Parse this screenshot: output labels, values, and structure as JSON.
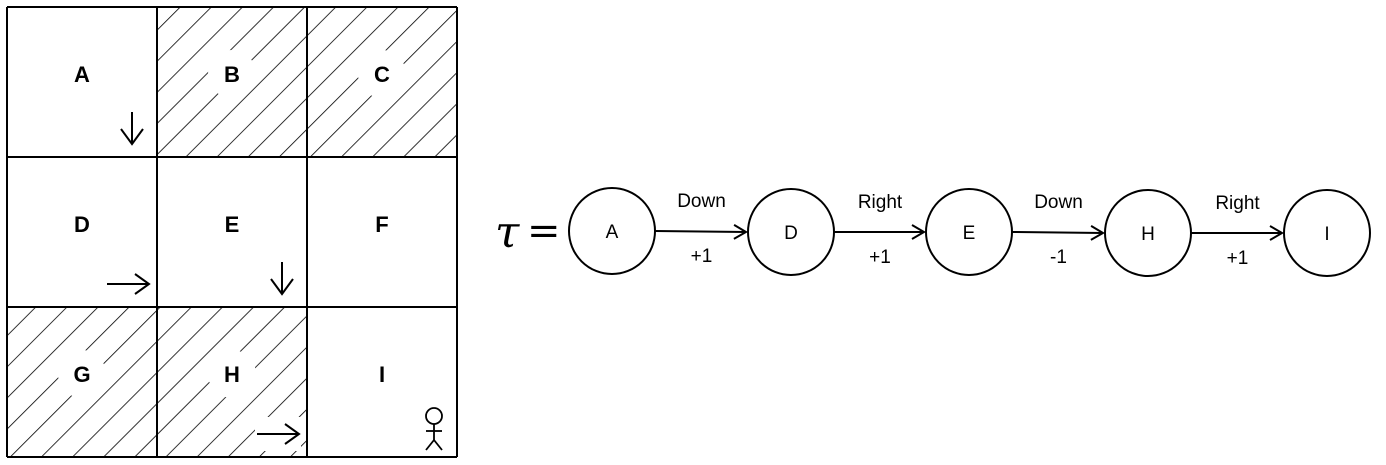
{
  "grid": {
    "rows": 3,
    "cols": 3,
    "cells": [
      {
        "label": "A",
        "hatched": false,
        "arrow": "down"
      },
      {
        "label": "B",
        "hatched": true,
        "arrow": null
      },
      {
        "label": "C",
        "hatched": true,
        "arrow": null
      },
      {
        "label": "D",
        "hatched": false,
        "arrow": "right"
      },
      {
        "label": "E",
        "hatched": false,
        "arrow": "down"
      },
      {
        "label": "F",
        "hatched": false,
        "arrow": null
      },
      {
        "label": "G",
        "hatched": true,
        "arrow": null
      },
      {
        "label": "H",
        "hatched": true,
        "arrow": "right"
      },
      {
        "label": "I",
        "hatched": false,
        "arrow": null,
        "agent": true
      }
    ]
  },
  "trajectory": {
    "symbol": "τ",
    "equals": "=",
    "nodes": [
      "A",
      "D",
      "E",
      "H",
      "I"
    ],
    "edges": [
      {
        "action": "Down",
        "reward": "+1"
      },
      {
        "action": "Right",
        "reward": "+1"
      },
      {
        "action": "Down",
        "reward": "-1"
      },
      {
        "action": "Right",
        "reward": "+1"
      }
    ]
  },
  "colors": {
    "stroke": "#000000",
    "background": "#ffffff"
  },
  "icons": {
    "agent": "stick-figure-icon",
    "move_arrow": "arrow-icon"
  }
}
